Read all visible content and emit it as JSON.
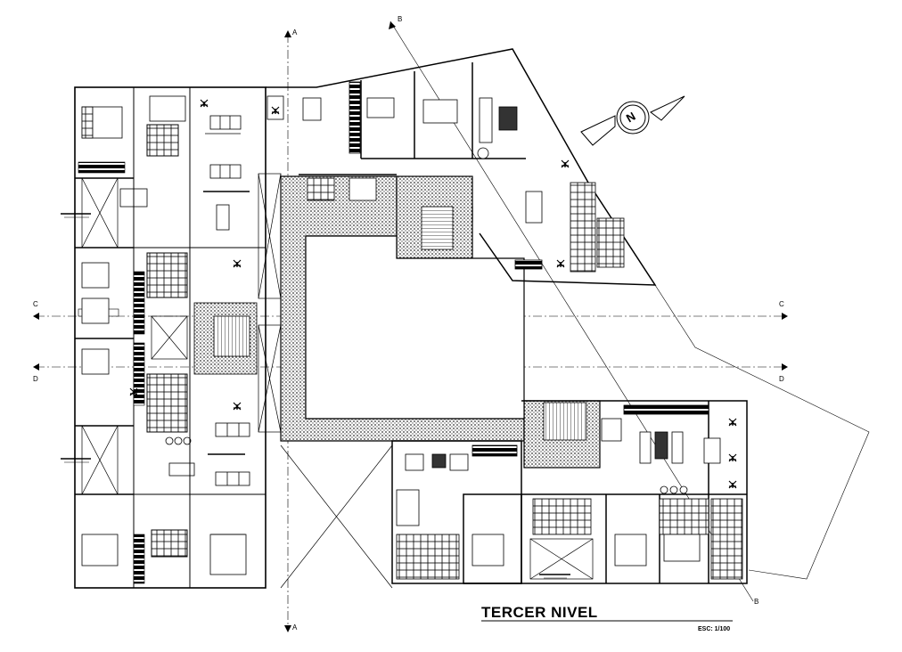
{
  "drawing": {
    "title": "TERCER NIVEL",
    "scale": "ESC: 1/100",
    "north_symbol": "N"
  },
  "section_markers": {
    "A_top": "A",
    "A_bottom": "A",
    "B_top": "B",
    "B_bottom": "B",
    "C_left": "C",
    "C_right": "C",
    "D_left": "D",
    "D_right": "D"
  },
  "colors": {
    "line": "#000000",
    "hatch": "#555555",
    "background": "#ffffff"
  },
  "icons": [
    "north-arrow-icon",
    "plant-icon",
    "bed-icon",
    "sofa-icon",
    "dining-table-icon",
    "toilet-icon",
    "stair-icon"
  ]
}
